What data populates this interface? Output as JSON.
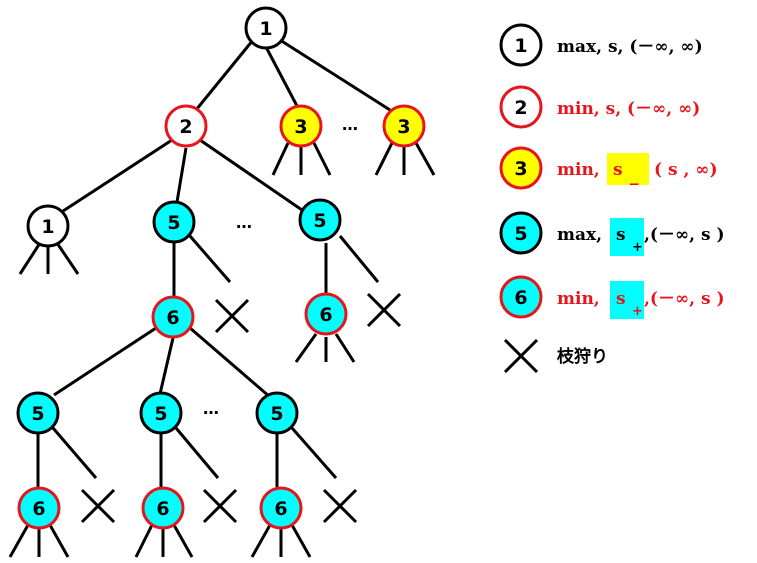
{
  "colors": {
    "black_border": "#000000",
    "red_border": "#e8141b",
    "white_fill": "#ffffff",
    "yellow_fill": "#ffff00",
    "cyan_fill": "#00ffff",
    "red_text": "#e8141b",
    "black_text": "#000000"
  },
  "nodes": {
    "root": "1",
    "l1_a": "2",
    "l1_b": "3",
    "l1_c": "3",
    "l2_a": "1",
    "l2_b": "5",
    "l2_c": "5",
    "l3_a": "6",
    "l3_b": "6",
    "l4_a": "5",
    "l4_b": "5",
    "l4_c": "5",
    "l5_a": "6",
    "l5_b": "6",
    "l5_c": "6"
  },
  "ellipsis": "…",
  "legend": {
    "item1": {
      "num": "1",
      "text": "max, s, (－∞, ∞)"
    },
    "item2": {
      "num": "2",
      "text": "min, s, (－∞, ∞)"
    },
    "item3": {
      "num": "3",
      "pre": "min,",
      "hl": "s",
      "hl_sub": "_",
      "post": "( s , ∞)"
    },
    "item4": {
      "num": "5",
      "pre": "max,",
      "hl": "s",
      "hl_sub": "+",
      "post": ",(－∞,  s )"
    },
    "item5": {
      "num": "6",
      "pre": "min,",
      "hl": "s",
      "hl_sub": "+",
      "post": ",(－∞,  s )"
    },
    "item6": {
      "icon": "cross-icon",
      "text": "枝狩り"
    }
  }
}
